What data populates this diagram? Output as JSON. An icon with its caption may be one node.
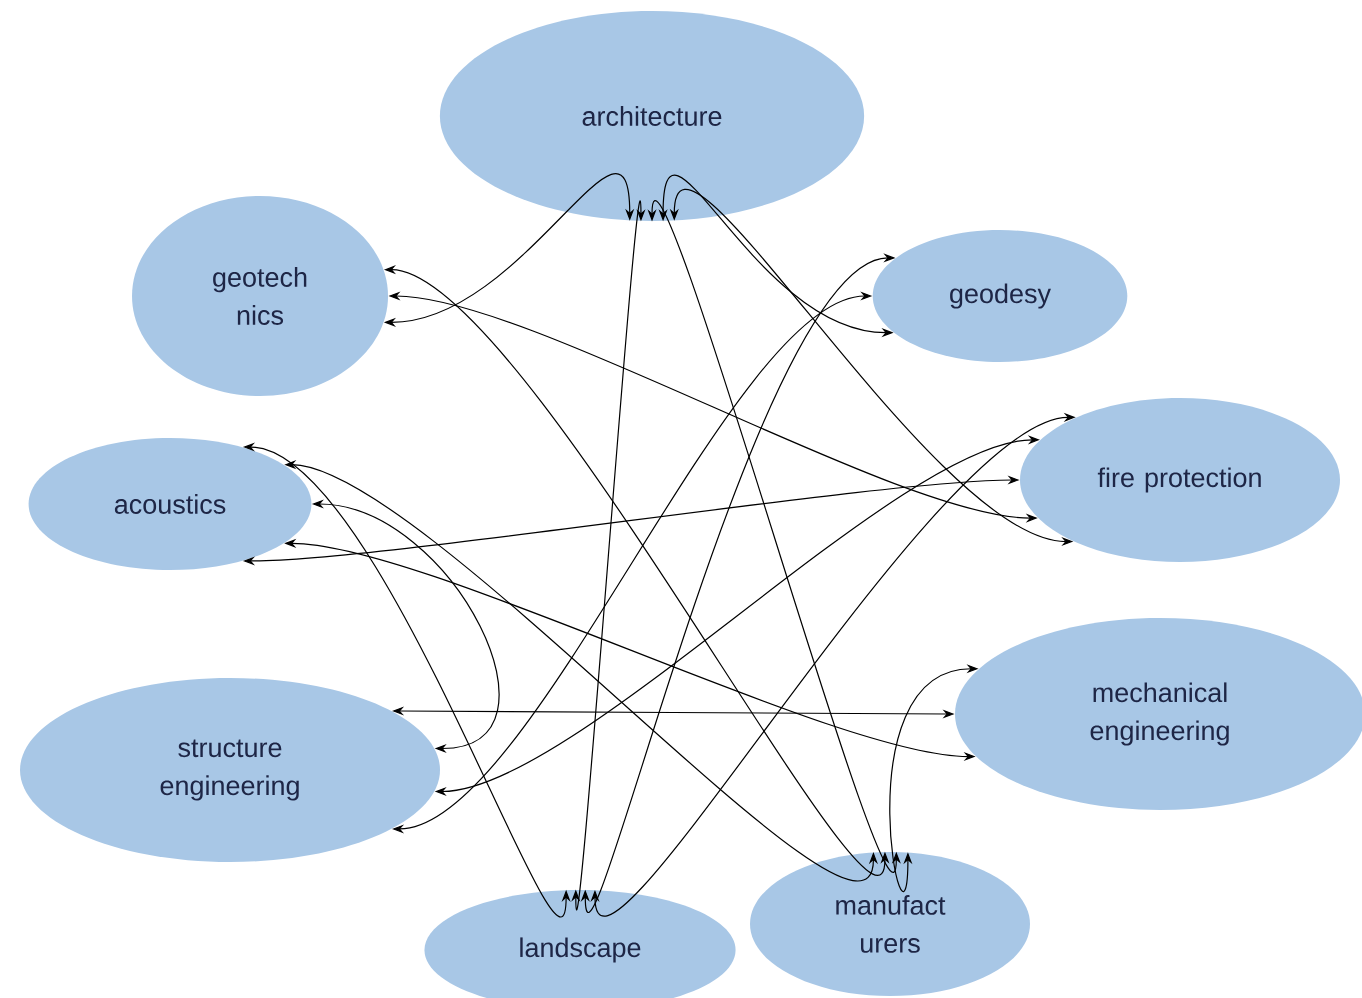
{
  "diagram": {
    "nodes": [
      {
        "text": [
          "architecture"
        ]
      },
      {
        "text": [
          "geotech nics"
        ]
      },
      {
        "text": [
          "geodesy"
        ]
      },
      {
        "text": [
          "acoustics"
        ]
      },
      {
        "text": [
          "fire protection"
        ]
      },
      {
        "text": [
          "structure engineering"
        ]
      },
      {
        "text": [
          "mechanical engineering"
        ]
      },
      {
        "text": [
          "landscape"
        ]
      },
      {
        "text": [
          "manufact urers"
        ]
      }
    ],
    "edges": [
      {
        "from": 0,
        "to": 1,
        "arrow": "both"
      },
      {
        "from": 0,
        "to": 2,
        "arrow": "both"
      },
      {
        "from": 0,
        "to": 7,
        "arrow": "both"
      },
      {
        "from": 0,
        "to": 4,
        "arrow": "both"
      },
      {
        "from": 0,
        "to": 8,
        "arrow": "both"
      },
      {
        "from": 1,
        "to": 4,
        "arrow": "both"
      },
      {
        "from": 1,
        "to": 8,
        "arrow": "both"
      },
      {
        "from": 2,
        "to": 5,
        "arrow": "both"
      },
      {
        "from": 2,
        "to": 7,
        "arrow": "both"
      },
      {
        "from": 3,
        "to": 5,
        "arrow": "both"
      },
      {
        "from": 3,
        "to": 7,
        "arrow": "both"
      },
      {
        "from": 3,
        "to": 6,
        "arrow": "both"
      },
      {
        "from": 3,
        "to": 8,
        "arrow": "both"
      },
      {
        "from": 3,
        "to": 4,
        "arrow": "both"
      },
      {
        "from": 4,
        "to": 5,
        "arrow": "both"
      },
      {
        "from": 5,
        "to": 6,
        "arrow": "both"
      },
      {
        "from": 6,
        "to": 8,
        "arrow": "both"
      },
      {
        "from": 4,
        "to": 7,
        "arrow": "both"
      }
    ]
  }
}
